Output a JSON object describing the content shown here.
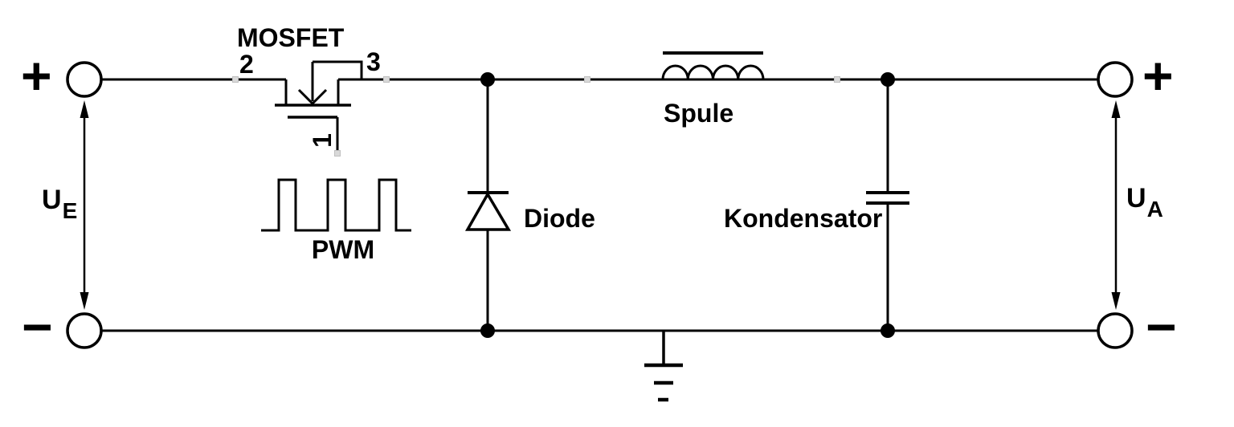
{
  "schematic": {
    "mosfet": {
      "label": "MOSFET",
      "pin_left": "2",
      "pin_right": "3",
      "pin_gate": "1"
    },
    "pwm": {
      "label": "PWM"
    },
    "diode": {
      "label": "Diode"
    },
    "inductor": {
      "label": "Spule"
    },
    "capacitor": {
      "label": "Kondensator"
    },
    "input": {
      "plus": "+",
      "minus": "−",
      "voltage_symbol": "U",
      "voltage_subscript": "E"
    },
    "output": {
      "plus": "+",
      "minus": "−",
      "voltage_symbol": "U",
      "voltage_subscript": "A"
    },
    "colors": {
      "stroke": "#000000",
      "background": "#ffffff",
      "junction_dot": "#000000",
      "port_marker": "#d9d9d9"
    }
  }
}
